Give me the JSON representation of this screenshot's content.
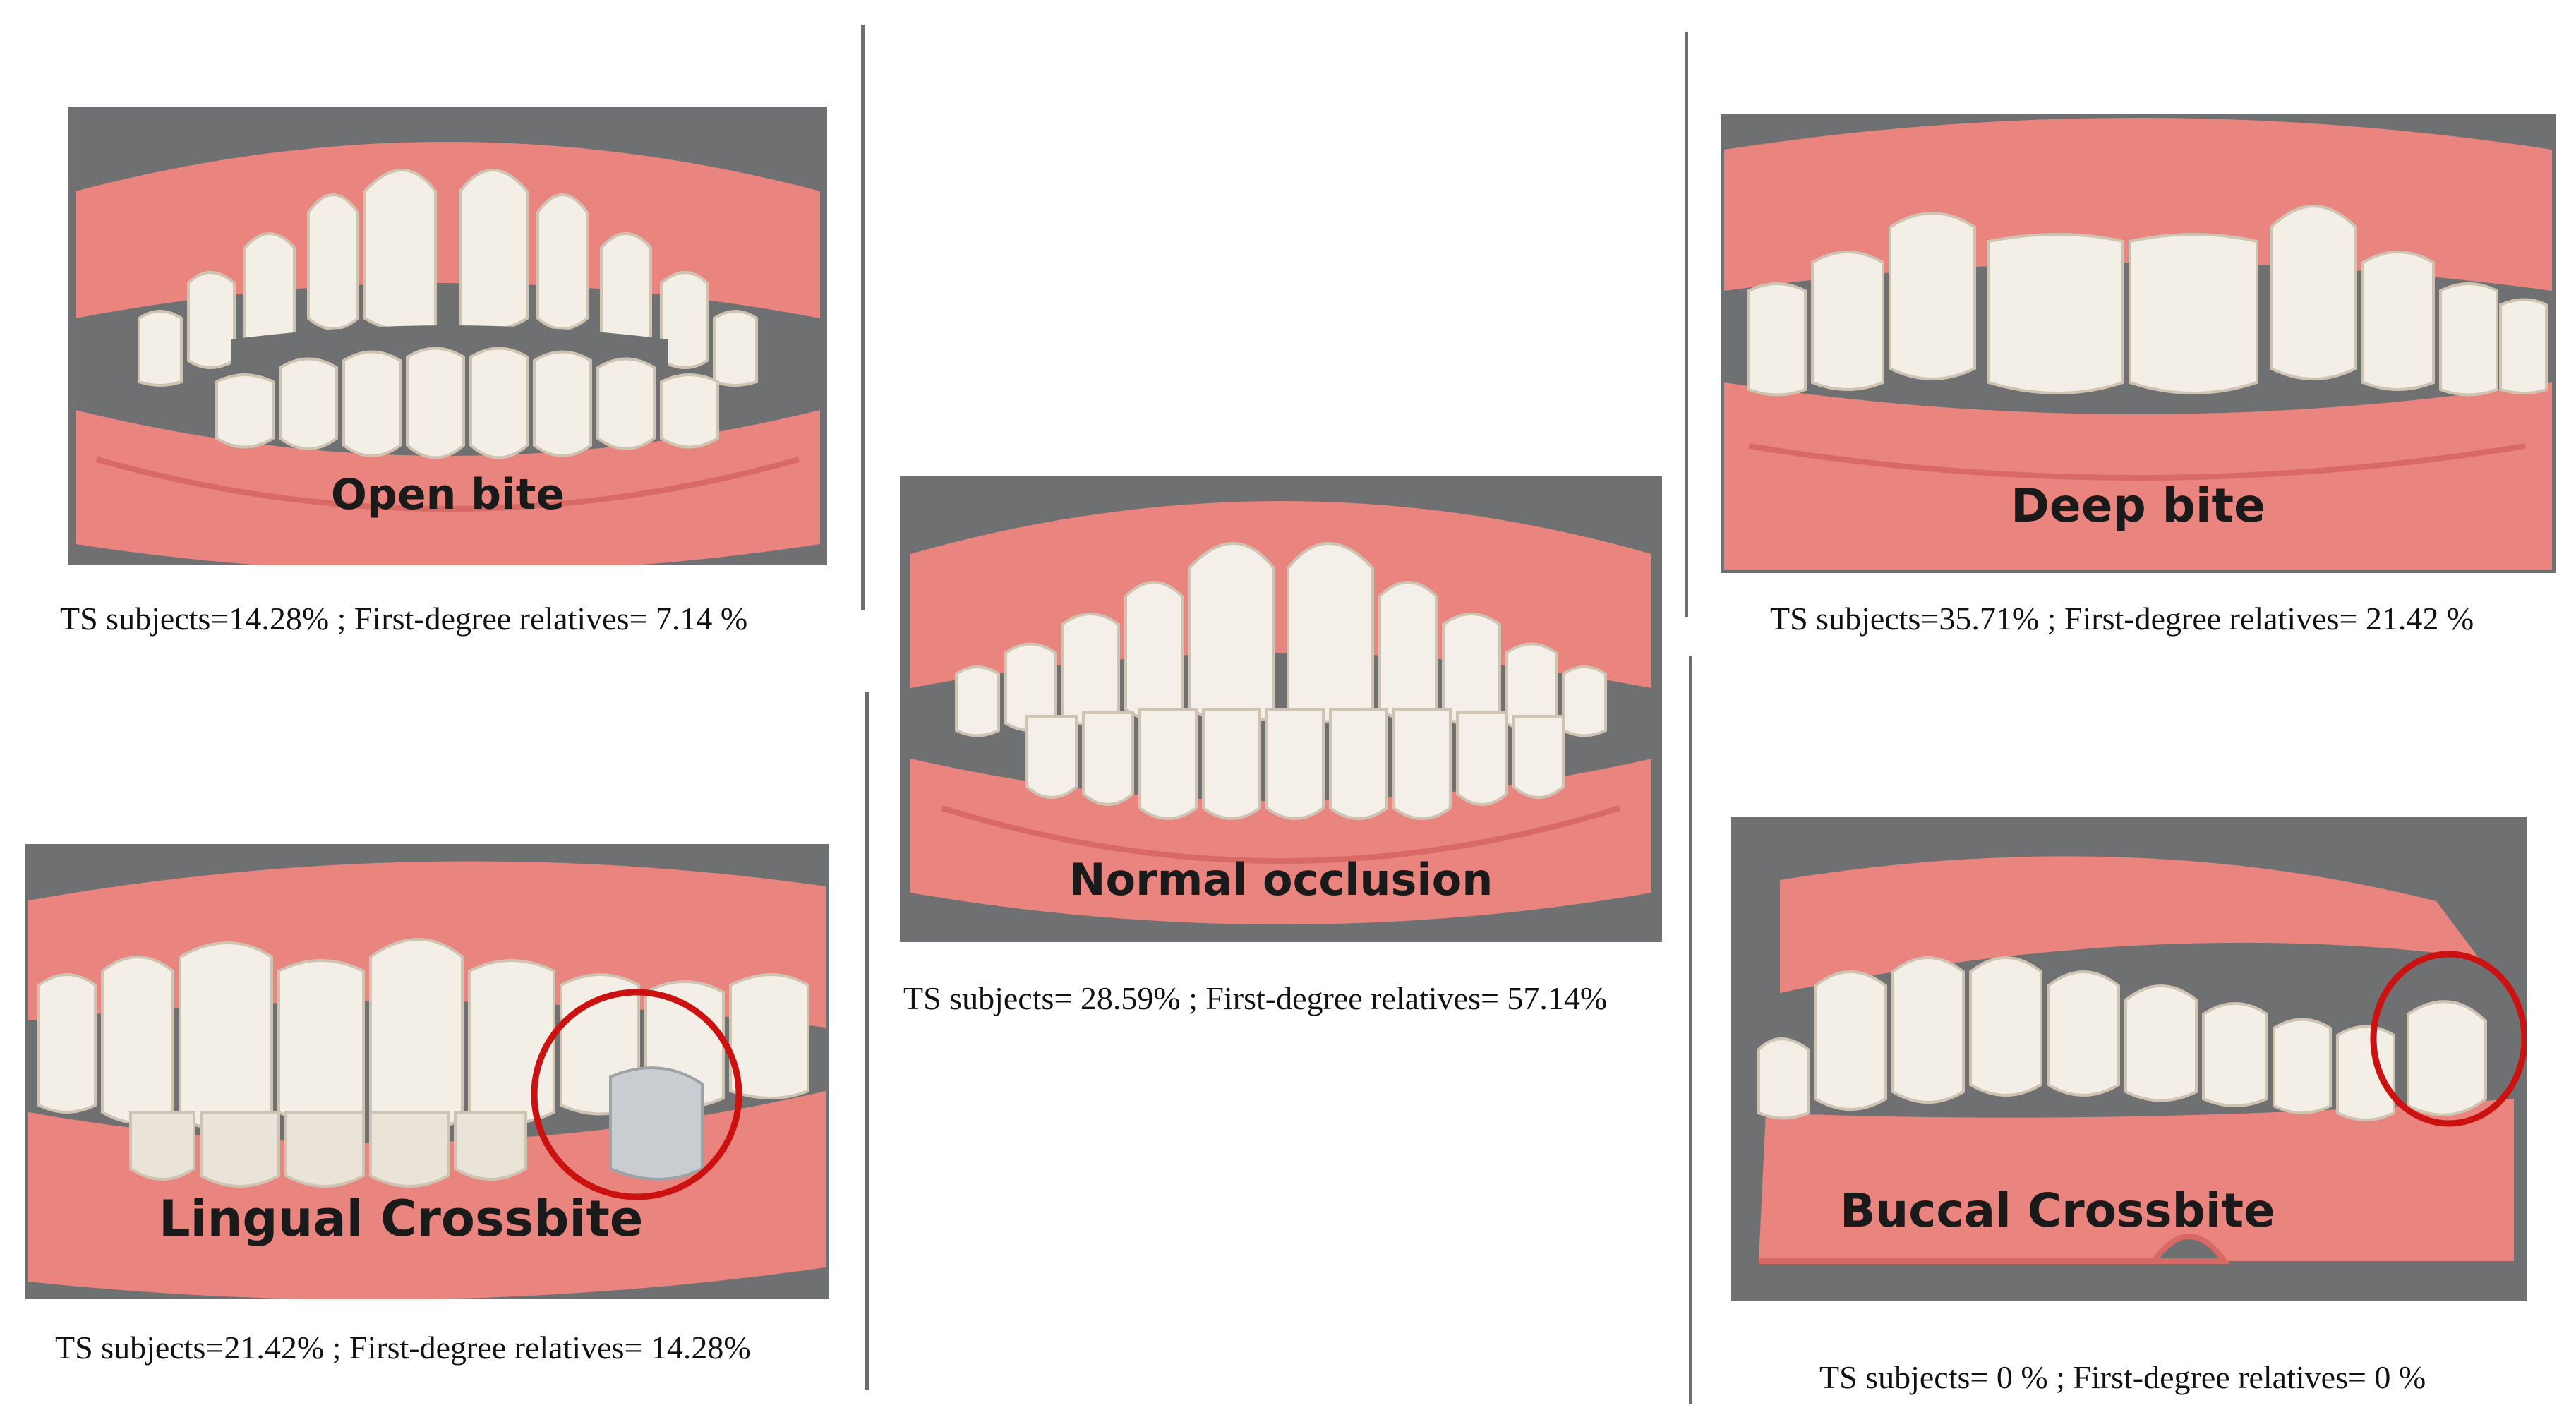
{
  "panels": {
    "open_bite": {
      "label": "Open bite",
      "caption": "TS subjects=14.28% ; First-degree relatives= 7.14 %"
    },
    "normal_occlusion": {
      "label": "Normal occlusion",
      "caption": "TS subjects= 28.59% ; First-degree relatives= 57.14%"
    },
    "deep_bite": {
      "label": "Deep bite",
      "caption": "TS subjects=35.71% ; First-degree relatives= 21.42 %"
    },
    "lingual_crossbite": {
      "label": "Lingual Crossbite",
      "caption": "TS subjects=21.42% ; First-degree relatives= 14.28%"
    },
    "buccal_crossbite": {
      "label": "Buccal Crossbite",
      "caption": "TS subjects= 0 % ; First-degree relatives= 0 %"
    }
  },
  "colors": {
    "background_panel": "#6f7072",
    "gum": "#e9847f",
    "gum_dark": "#d96964",
    "tooth": "#f3eee6",
    "tooth_shadow": "#d9cfc0",
    "highlight_circle": "#cc1111"
  }
}
